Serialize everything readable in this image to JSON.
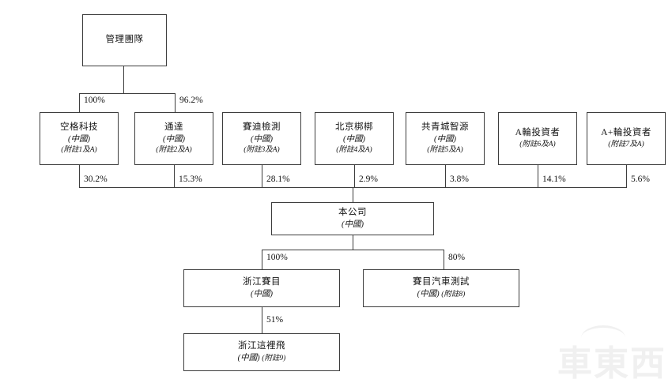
{
  "root": {
    "label": "管理團隊"
  },
  "top_links": {
    "left_pct": "100%",
    "right_pct": "96.2%"
  },
  "shareholders": [
    {
      "name": "空格科技",
      "country": "(中國)",
      "note": "(附註1及A)",
      "pct": "30.2%"
    },
    {
      "name": "通達",
      "country": "(中國)",
      "note": "(附註2及A)",
      "pct": "15.3%"
    },
    {
      "name": "賽迪檢測",
      "country": "(中國)",
      "note": "(附註3及A)",
      "pct": "28.1%"
    },
    {
      "name": "北京梆梆",
      "country": "(中國)",
      "note": "(附註4及A)",
      "pct": "2.9%"
    },
    {
      "name": "共青城智源",
      "country": "(中國)",
      "note": "(附註5及A)",
      "pct": "3.8%"
    },
    {
      "name": "A輪投資者",
      "country": "",
      "note": "(附註6及A)",
      "pct": "14.1%"
    },
    {
      "name": "A+輪投資者",
      "country": "",
      "note": "(附註7及A)",
      "pct": "5.6%"
    }
  ],
  "company": {
    "name": "本公司",
    "country": "(中國)"
  },
  "subsidiaries": [
    {
      "name": "浙江賽目",
      "country": "(中國)",
      "note": "",
      "pct": "100%"
    },
    {
      "name": "賽目汽車測試",
      "country": "(中國)",
      "note": "(附註8)",
      "pct": "80%"
    }
  ],
  "grandchild": {
    "name": "浙江這裡飛",
    "country": "(中國)",
    "note": "(附註9)",
    "pct": "51%"
  },
  "watermark": {
    "text": "車東西"
  },
  "colors": {
    "line": "#3d3d3d",
    "text": "#141414",
    "background": "#ffffff",
    "watermark": "#f0f0f0"
  }
}
